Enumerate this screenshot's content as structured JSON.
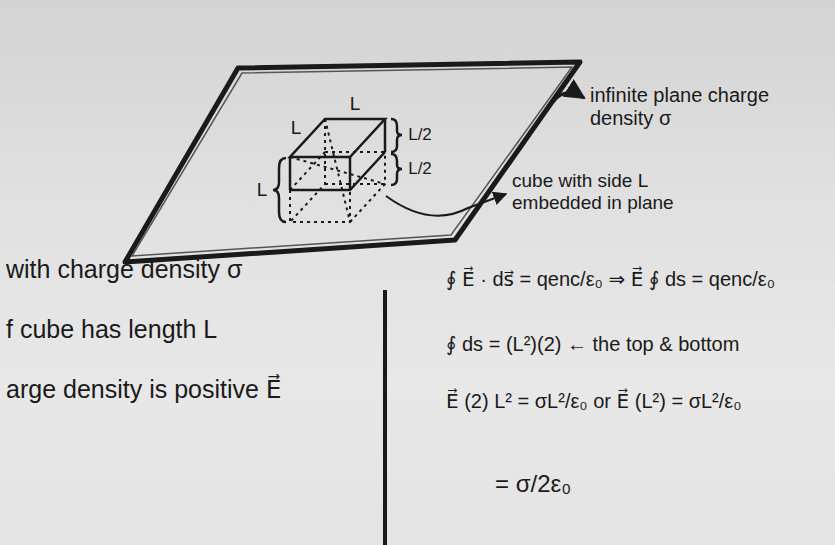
{
  "diagram": {
    "labels": [
      "infinite plane charge density σ",
      "L",
      "L",
      "L/2",
      "L/2",
      "L",
      "cube with side L embedded in plane",
      "with charge density σ",
      "f cube has length L",
      "arge density is positive E⃗",
      "∮ E⃗ · ds⃗ = qenc/ε₀ ⇒ E⃗ ∮ ds = qenc/ε₀",
      "∮ ds = (L²)(2) ← the top & bottom",
      "E⃗ (2) L² = σL²/ε₀ or E⃗ (L²) = σL²/ε₀",
      "= σ/2ε₀"
    ]
  }
}
